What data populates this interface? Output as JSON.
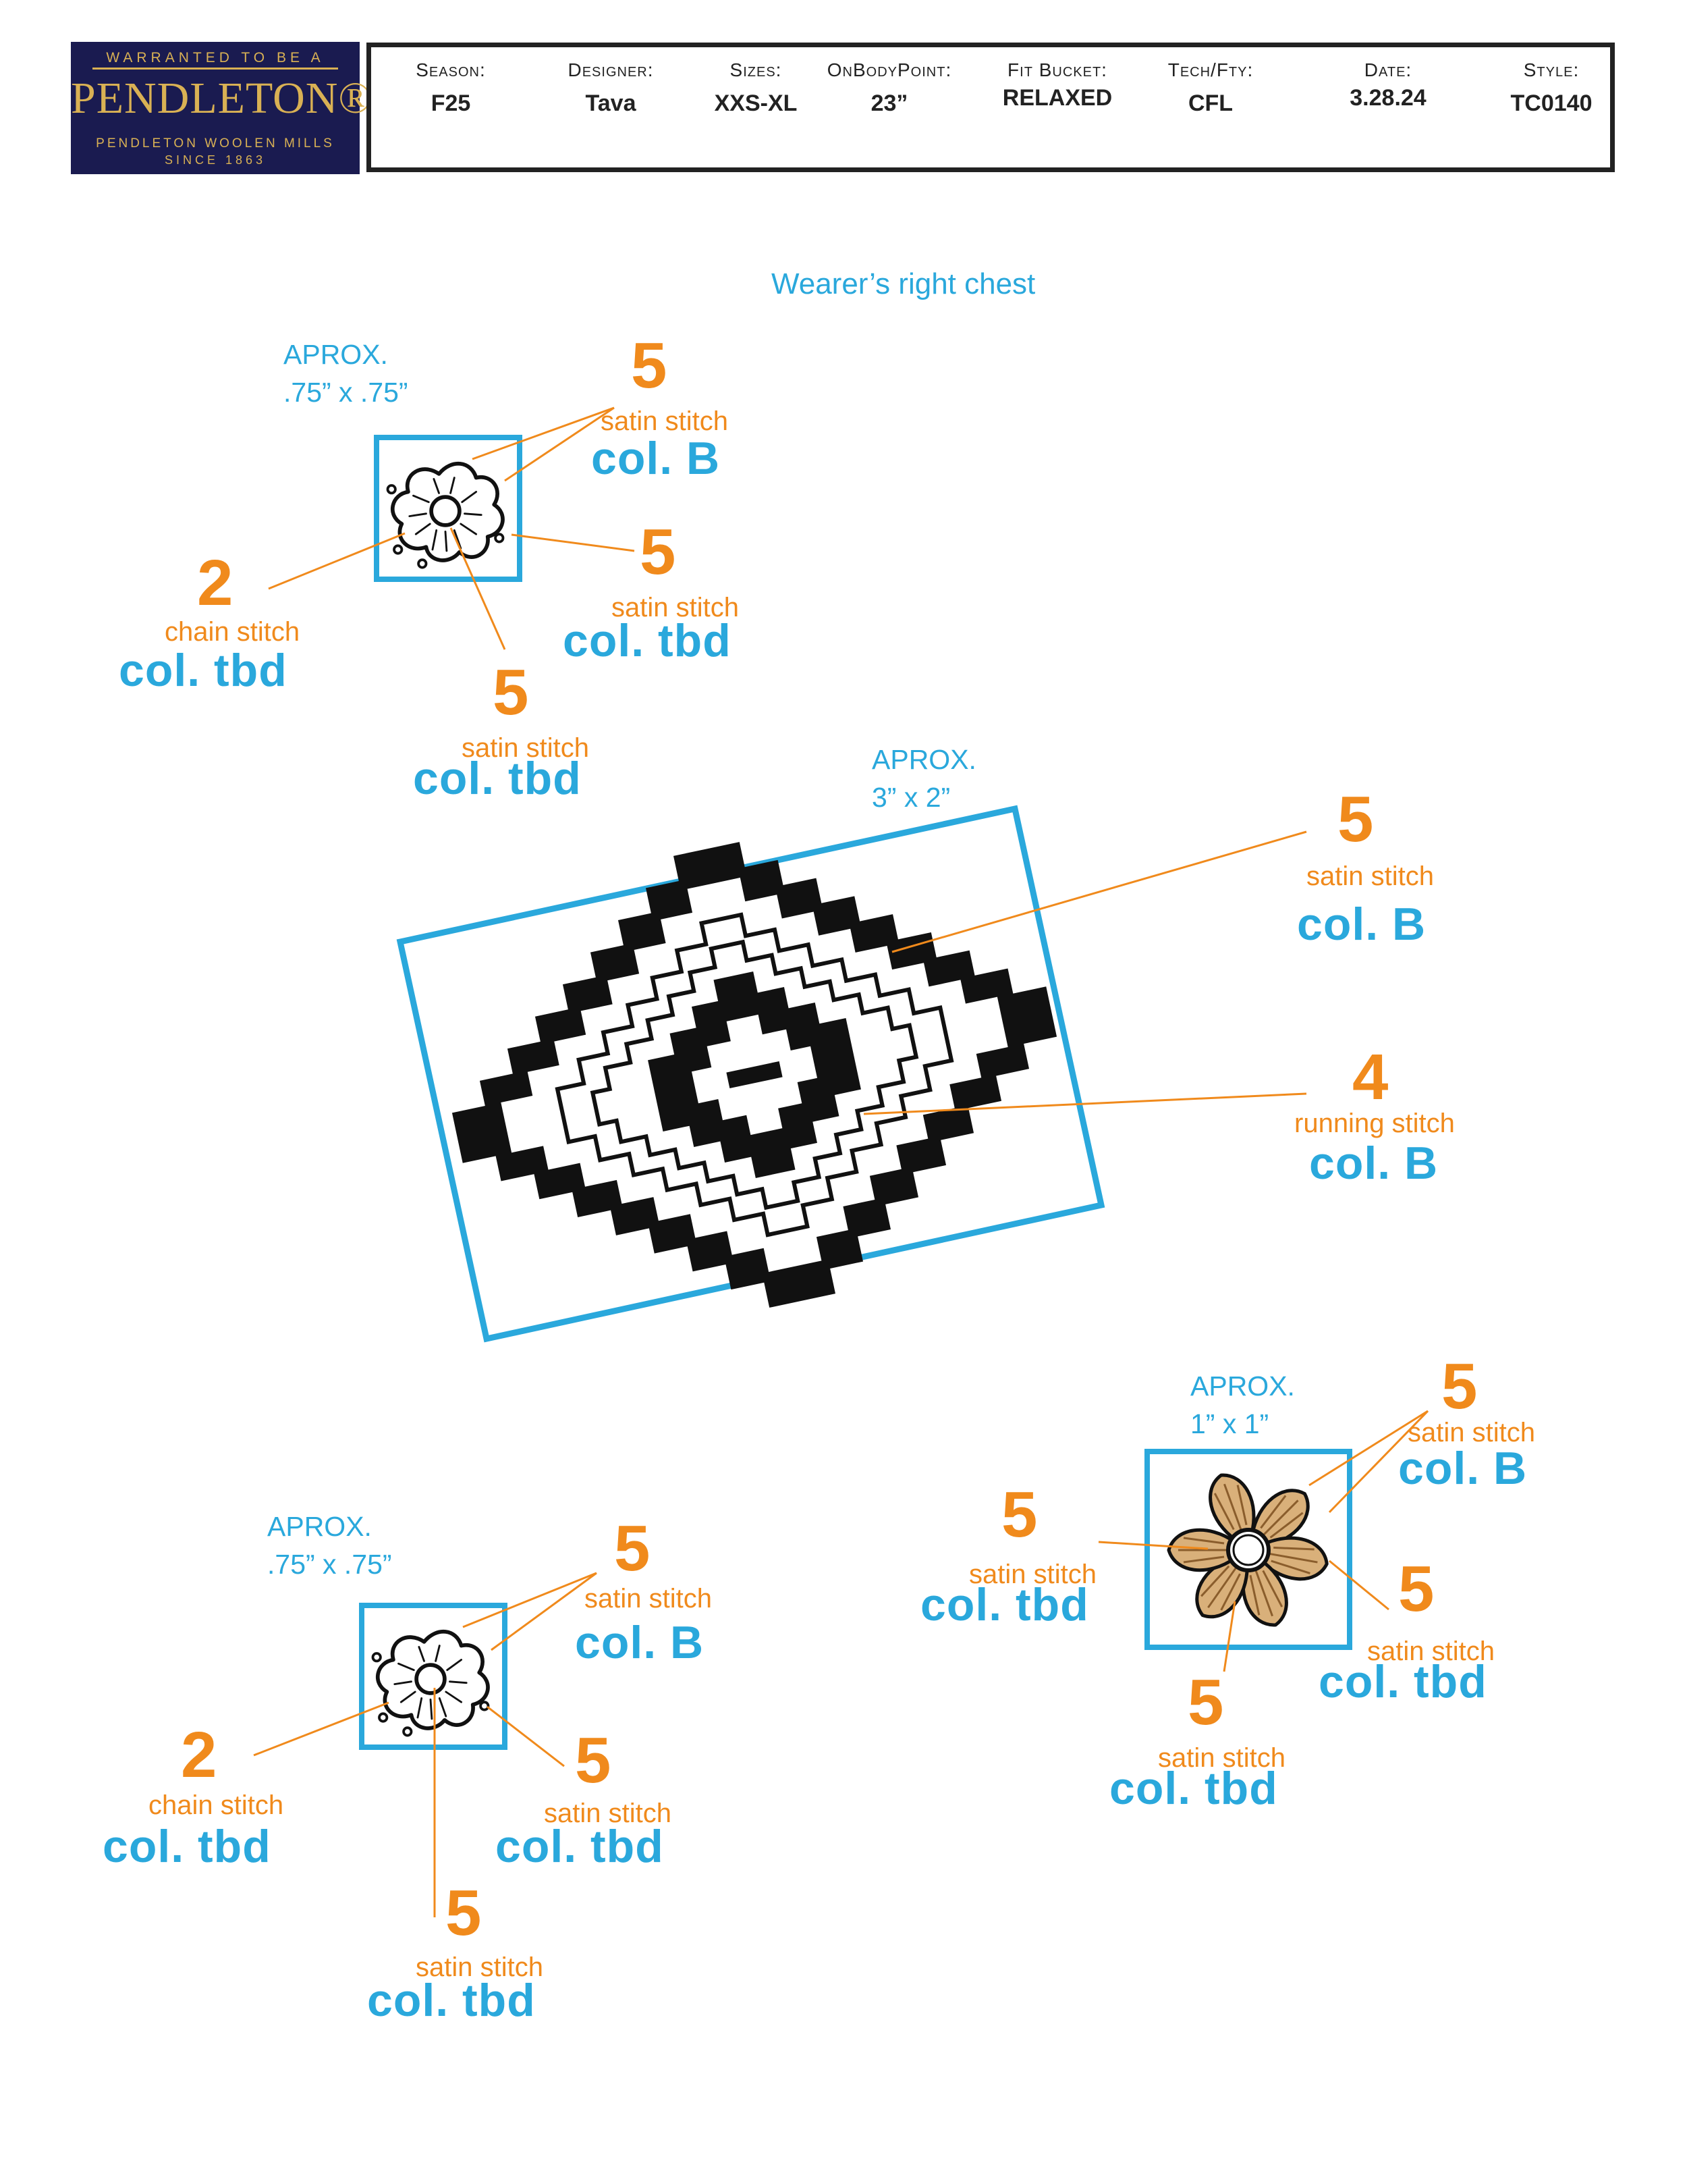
{
  "logo": {
    "top_line": "WARRANTED TO BE A",
    "brand": "PENDLETON®",
    "mills": "PENDLETON WOOLEN MILLS",
    "since": "SINCE 1863"
  },
  "header": {
    "season": {
      "label": "Season:",
      "value": "F25"
    },
    "designer": {
      "label": "Designer:",
      "value": "Tava"
    },
    "sizes": {
      "label": "Sizes:",
      "value": "XXS-XL"
    },
    "on_body_point": {
      "label": "OnBodyPoint:",
      "value": "23”"
    },
    "fit_bucket": {
      "label": "Fit Bucket:",
      "value": "RELAXED"
    },
    "tech_fty": {
      "label": "Tech/Fty:",
      "value": "CFL"
    },
    "date": {
      "label": "Date:",
      "value": "3.28.24"
    },
    "style": {
      "label": "Style:",
      "value": "TC0140"
    }
  },
  "placement": "Wearer’s right chest",
  "motifs": {
    "flower_top": {
      "size_line1": "APROX.",
      "size_line2": ".75” x .75”",
      "callouts": [
        {
          "num": "5",
          "stitch": "satin stitch",
          "color": "col. B"
        },
        {
          "num": "5",
          "stitch": "satin stitch",
          "color": "col. tbd"
        },
        {
          "num": "2",
          "stitch": "chain stitch",
          "color": "col. tbd"
        },
        {
          "num": "5",
          "stitch": "satin stitch",
          "color": "col. tbd"
        }
      ]
    },
    "diamond": {
      "size_line1": "APROX.",
      "size_line2": "3” x 2”",
      "callouts": [
        {
          "num": "5",
          "stitch": "satin stitch",
          "color": "col. B"
        },
        {
          "num": "4",
          "stitch": "running stitch",
          "color": "col. B"
        }
      ]
    },
    "flower_bottom": {
      "size_line1": "APROX.",
      "size_line2": ".75” x .75”",
      "callouts": [
        {
          "num": "5",
          "stitch": "satin stitch",
          "color": "col. B"
        },
        {
          "num": "2",
          "stitch": "chain stitch",
          "color": "col. tbd"
        },
        {
          "num": "5",
          "stitch": "satin stitch",
          "color": "col. tbd"
        },
        {
          "num": "5",
          "stitch": "satin stitch",
          "color": "col. tbd"
        }
      ]
    },
    "petal_flower": {
      "size_line1": "APROX.",
      "size_line2": "1” x 1”",
      "callouts": [
        {
          "num": "5",
          "stitch": "satin stitch",
          "color": "col. B"
        },
        {
          "num": "5",
          "stitch": "satin stitch",
          "color": "col. tbd"
        },
        {
          "num": "5",
          "stitch": "satin stitch",
          "color": "col. tbd"
        },
        {
          "num": "5",
          "stitch": "satin stitch",
          "color": "col. tbd"
        }
      ]
    }
  },
  "colors": {
    "box_blue": "#2aa8dc",
    "callout_orange": "#f08a1c",
    "petal_tan": "#d9b07a",
    "logo_navy": "#1a1b50",
    "logo_gold": "#d9b154"
  }
}
